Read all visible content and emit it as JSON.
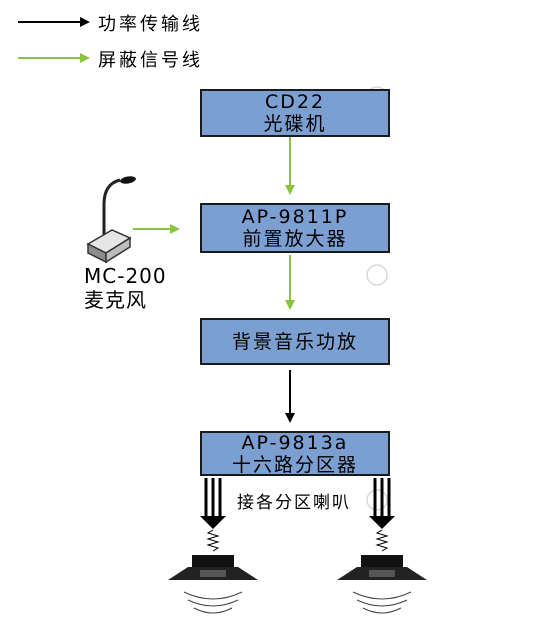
{
  "legend": {
    "power_line": "功率传输线",
    "signal_line": "屏蔽信号线",
    "power_color": "#000000",
    "signal_color": "#8ac43f"
  },
  "nodes": {
    "cd_player": {
      "model": "CD22",
      "name": "光碟机"
    },
    "preamp": {
      "model": "AP-9811P",
      "name": "前置放大器"
    },
    "amplifier": {
      "name": "背景音乐功放"
    },
    "zone_router": {
      "model": "AP-9813a",
      "name": "十六路分区器"
    }
  },
  "microphone": {
    "model": "MC-200",
    "name": "麦克风",
    "icon": "gooseneck-microphone-icon"
  },
  "speakers": {
    "label": "接各分区喇叭",
    "icon": "ceiling-speaker-icon"
  },
  "colors": {
    "box_fill": "#7a9fd0",
    "box_border": "#1a1a1a"
  }
}
